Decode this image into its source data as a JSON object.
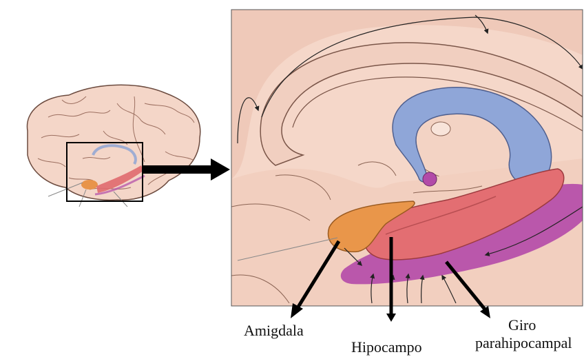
{
  "labels": {
    "amygdala": "Amigdala",
    "hippocampus": "Hipocampo",
    "parahippocampal_line1": "Giro",
    "parahippocampal_line2": "parahipocampal"
  },
  "colors": {
    "brain_skin": "#f3d2c4",
    "brain_outline": "#6b4a3e",
    "fornix_blue": "#8aa2d6",
    "amygdala_orange": "#e8944a",
    "hippocampus_pink": "#e06a6e",
    "parahippocampal_purple": "#b04aa6",
    "arrows": "#000000"
  }
}
